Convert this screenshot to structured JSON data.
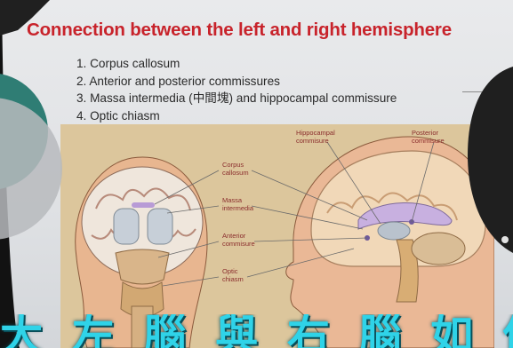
{
  "slide": {
    "title": "Connection between the left and right hemisphere",
    "items": [
      "1. Corpus callosum",
      "2. Anterior and posterior commissures",
      "3. Massa intermedia (中間塊) and hippocampal commissure",
      "4. Optic chiasm"
    ]
  },
  "figure_labels": {
    "corpus_callosum": [
      "Corpus",
      "callosum"
    ],
    "massa_intermedia": [
      "Massa",
      "intermedia"
    ],
    "anterior_commissure": [
      "Anterior",
      "commisure"
    ],
    "optic_chiasm": [
      "Optic",
      "chiasm"
    ],
    "hippocampal_commisure": [
      "Hippocampal",
      "commisure"
    ],
    "posterior_commisure": [
      "Posterior",
      "commisure"
    ]
  },
  "caption": "大 左 腦 與 右 腦 如 何",
  "colors": {
    "title_red": "#c8232b",
    "caption_cyan": "#2fd3e8",
    "teal_circle": "#2f7d74"
  }
}
